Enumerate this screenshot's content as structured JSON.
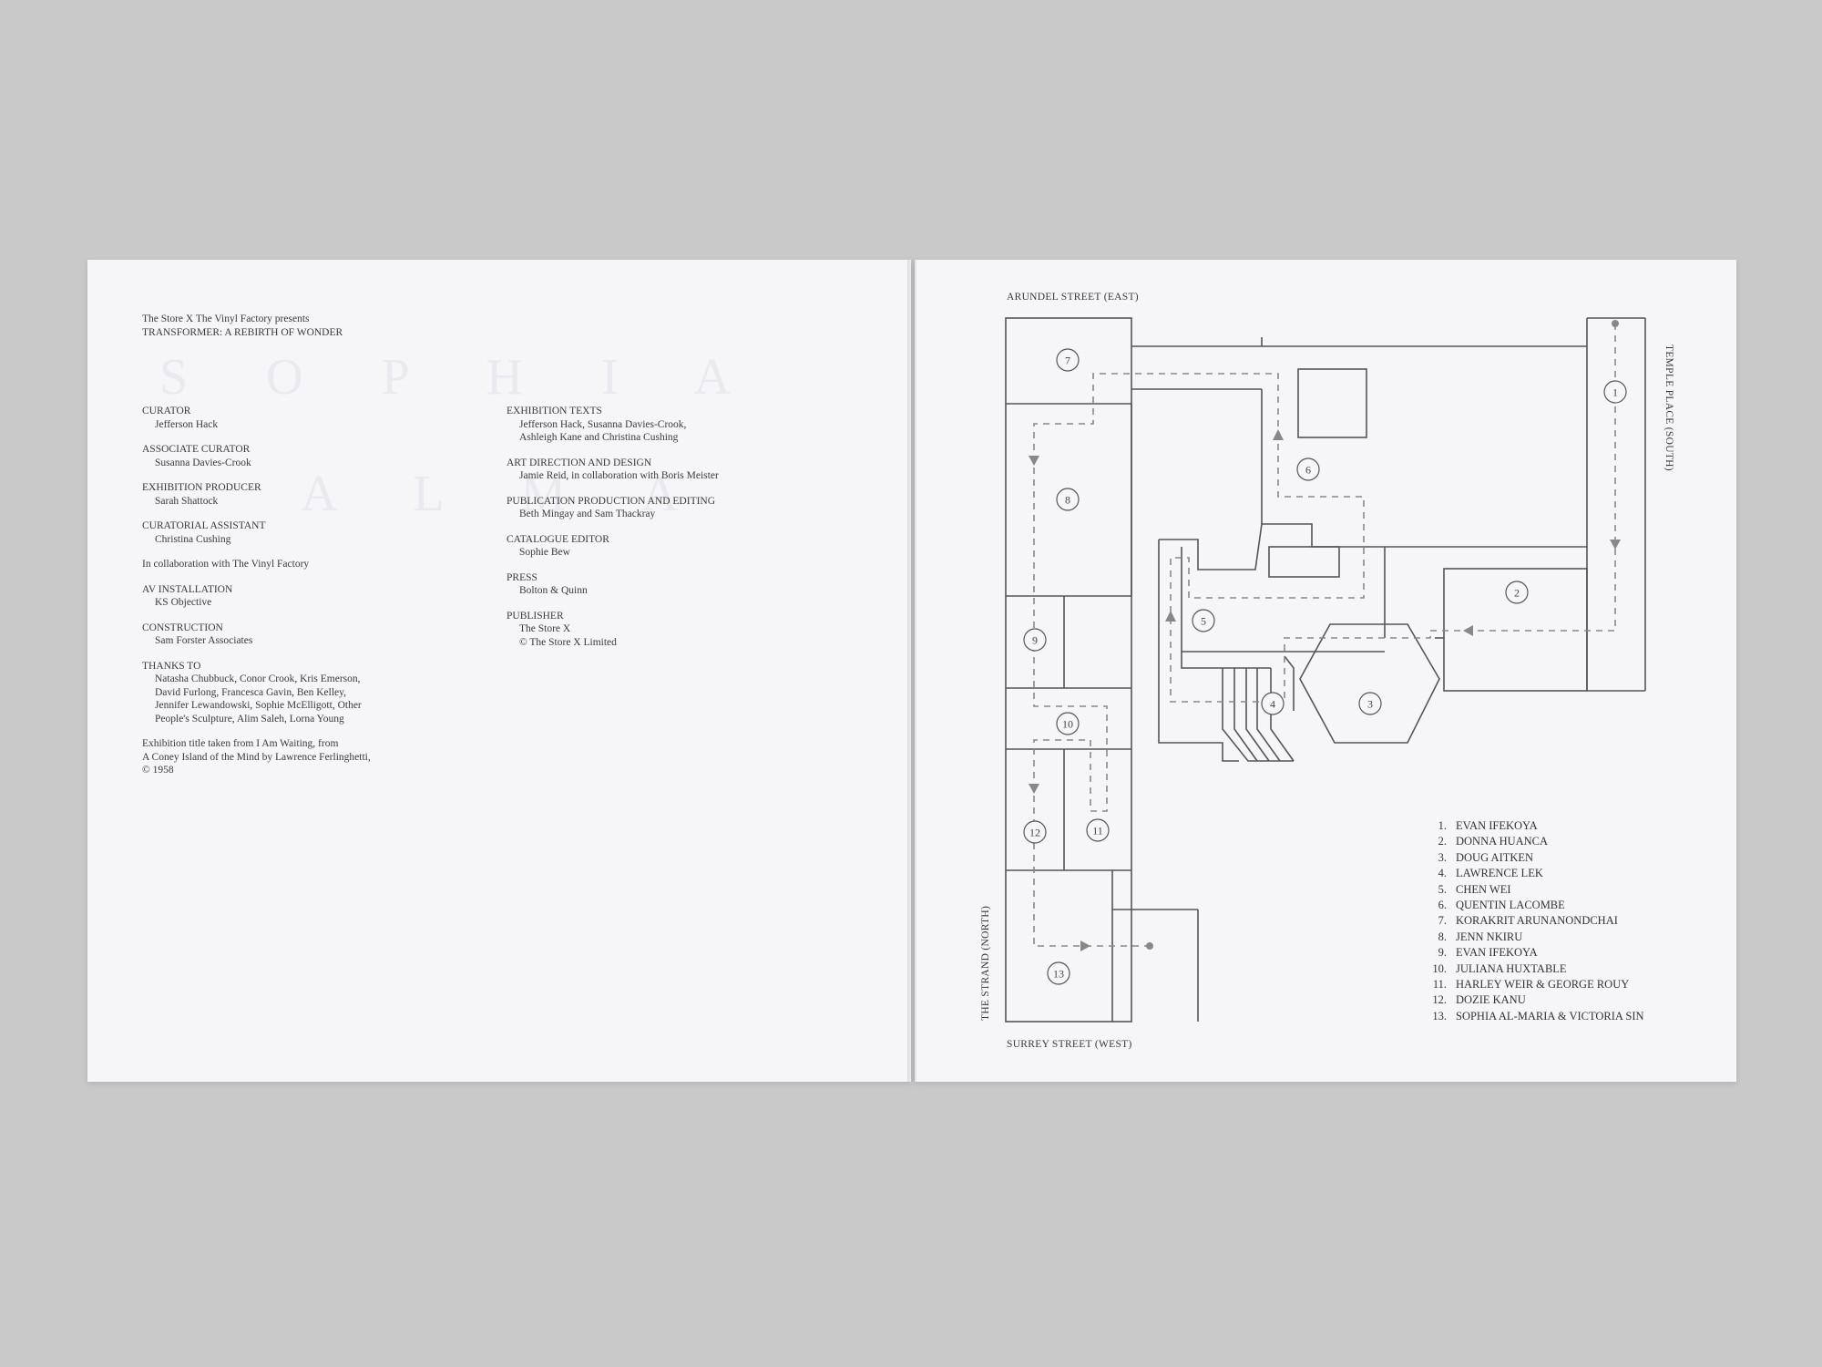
{
  "intro": {
    "line1": "The Store X The Vinyl Factory presents",
    "line2": "TRANSFORMER: A REBIRTH OF WONDER"
  },
  "credits_left": [
    {
      "role": "CURATOR",
      "lines": [
        "Jefferson Hack"
      ]
    },
    {
      "role": "ASSOCIATE CURATOR",
      "lines": [
        "Susanna Davies-Crook"
      ]
    },
    {
      "role": "EXHIBITION PRODUCER",
      "lines": [
        "Sarah Shattock"
      ]
    },
    {
      "role": "CURATORIAL ASSISTANT",
      "lines": [
        "Christina Cushing"
      ]
    },
    {
      "role": "In collaboration with The Vinyl Factory",
      "lines": []
    },
    {
      "role": "AV INSTALLATION",
      "lines": [
        "KS Objective"
      ]
    },
    {
      "role": "CONSTRUCTION",
      "lines": [
        "Sam Forster Associates"
      ]
    },
    {
      "role": "THANKS TO",
      "lines": [
        "Natasha Chubbuck, Conor Crook, Kris Emerson,",
        "David Furlong, Francesca Gavin, Ben Kelley,",
        "Jennifer Lewandowski, Sophie McElligott, Other",
        "People's Sculpture, Alim Saleh, Lorna Young"
      ]
    }
  ],
  "title_note": [
    "Exhibition title taken from I Am Waiting, from",
    "A Coney Island of the Mind by Lawrence Ferlinghetti,",
    "© 1958"
  ],
  "credits_right": [
    {
      "role": "EXHIBITION TEXTS",
      "lines": [
        "Jefferson Hack, Susanna Davies-Crook,",
        "Ashleigh Kane and Christina Cushing"
      ]
    },
    {
      "role": "ART DIRECTION AND DESIGN",
      "lines": [
        "Jamie Reid, in collaboration with Boris Meister"
      ]
    },
    {
      "role": "PUBLICATION PRODUCTION AND EDITING",
      "lines": [
        "Beth Mingay and Sam Thackray"
      ]
    },
    {
      "role": "CATALOGUE EDITOR",
      "lines": [
        "Sophie Bew"
      ]
    },
    {
      "role": "PRESS",
      "lines": [
        "Bolton & Quinn"
      ]
    },
    {
      "role": "PUBLISHER",
      "lines": [
        "The Store X",
        "© The Store X Limited"
      ]
    }
  ],
  "map": {
    "street_top": "ARUNDEL STREET (EAST)",
    "street_bottom": "SURREY STREET (WEST)",
    "street_left": "THE STRAND (NORTH)",
    "street_right": "TEMPLE PLACE (SOUTH)",
    "room_numbers": [
      "1",
      "2",
      "3",
      "4",
      "5",
      "6",
      "7",
      "8",
      "9",
      "10",
      "11",
      "12",
      "13"
    ]
  },
  "legend": [
    {
      "num": "1.",
      "name": "EVAN IFEKOYA"
    },
    {
      "num": "2.",
      "name": "DONNA HUANCA"
    },
    {
      "num": "3.",
      "name": "DOUG AITKEN"
    },
    {
      "num": "4.",
      "name": "LAWRENCE LEK"
    },
    {
      "num": "5.",
      "name": "CHEN WEI"
    },
    {
      "num": "6.",
      "name": "QUENTIN LACOMBE"
    },
    {
      "num": "7.",
      "name": "KORAKRIT ARUNANONDCHAI"
    },
    {
      "num": "8.",
      "name": "JENN NKIRU"
    },
    {
      "num": "9.",
      "name": "EVAN IFEKOYA"
    },
    {
      "num": "10.",
      "name": "JULIANA HUXTABLE"
    },
    {
      "num": "11.",
      "name": "HARLEY WEIR & GEORGE ROUY"
    },
    {
      "num": "12.",
      "name": "DOZIE KANU"
    },
    {
      "num": "13.",
      "name": "SOPHIA AL-MARIA & VICTORIA SIN"
    }
  ],
  "colors": {
    "background": "#c9c9c9",
    "paper": "#f6f6f9",
    "ink": "#3a3a3a",
    "route": "#888888"
  }
}
